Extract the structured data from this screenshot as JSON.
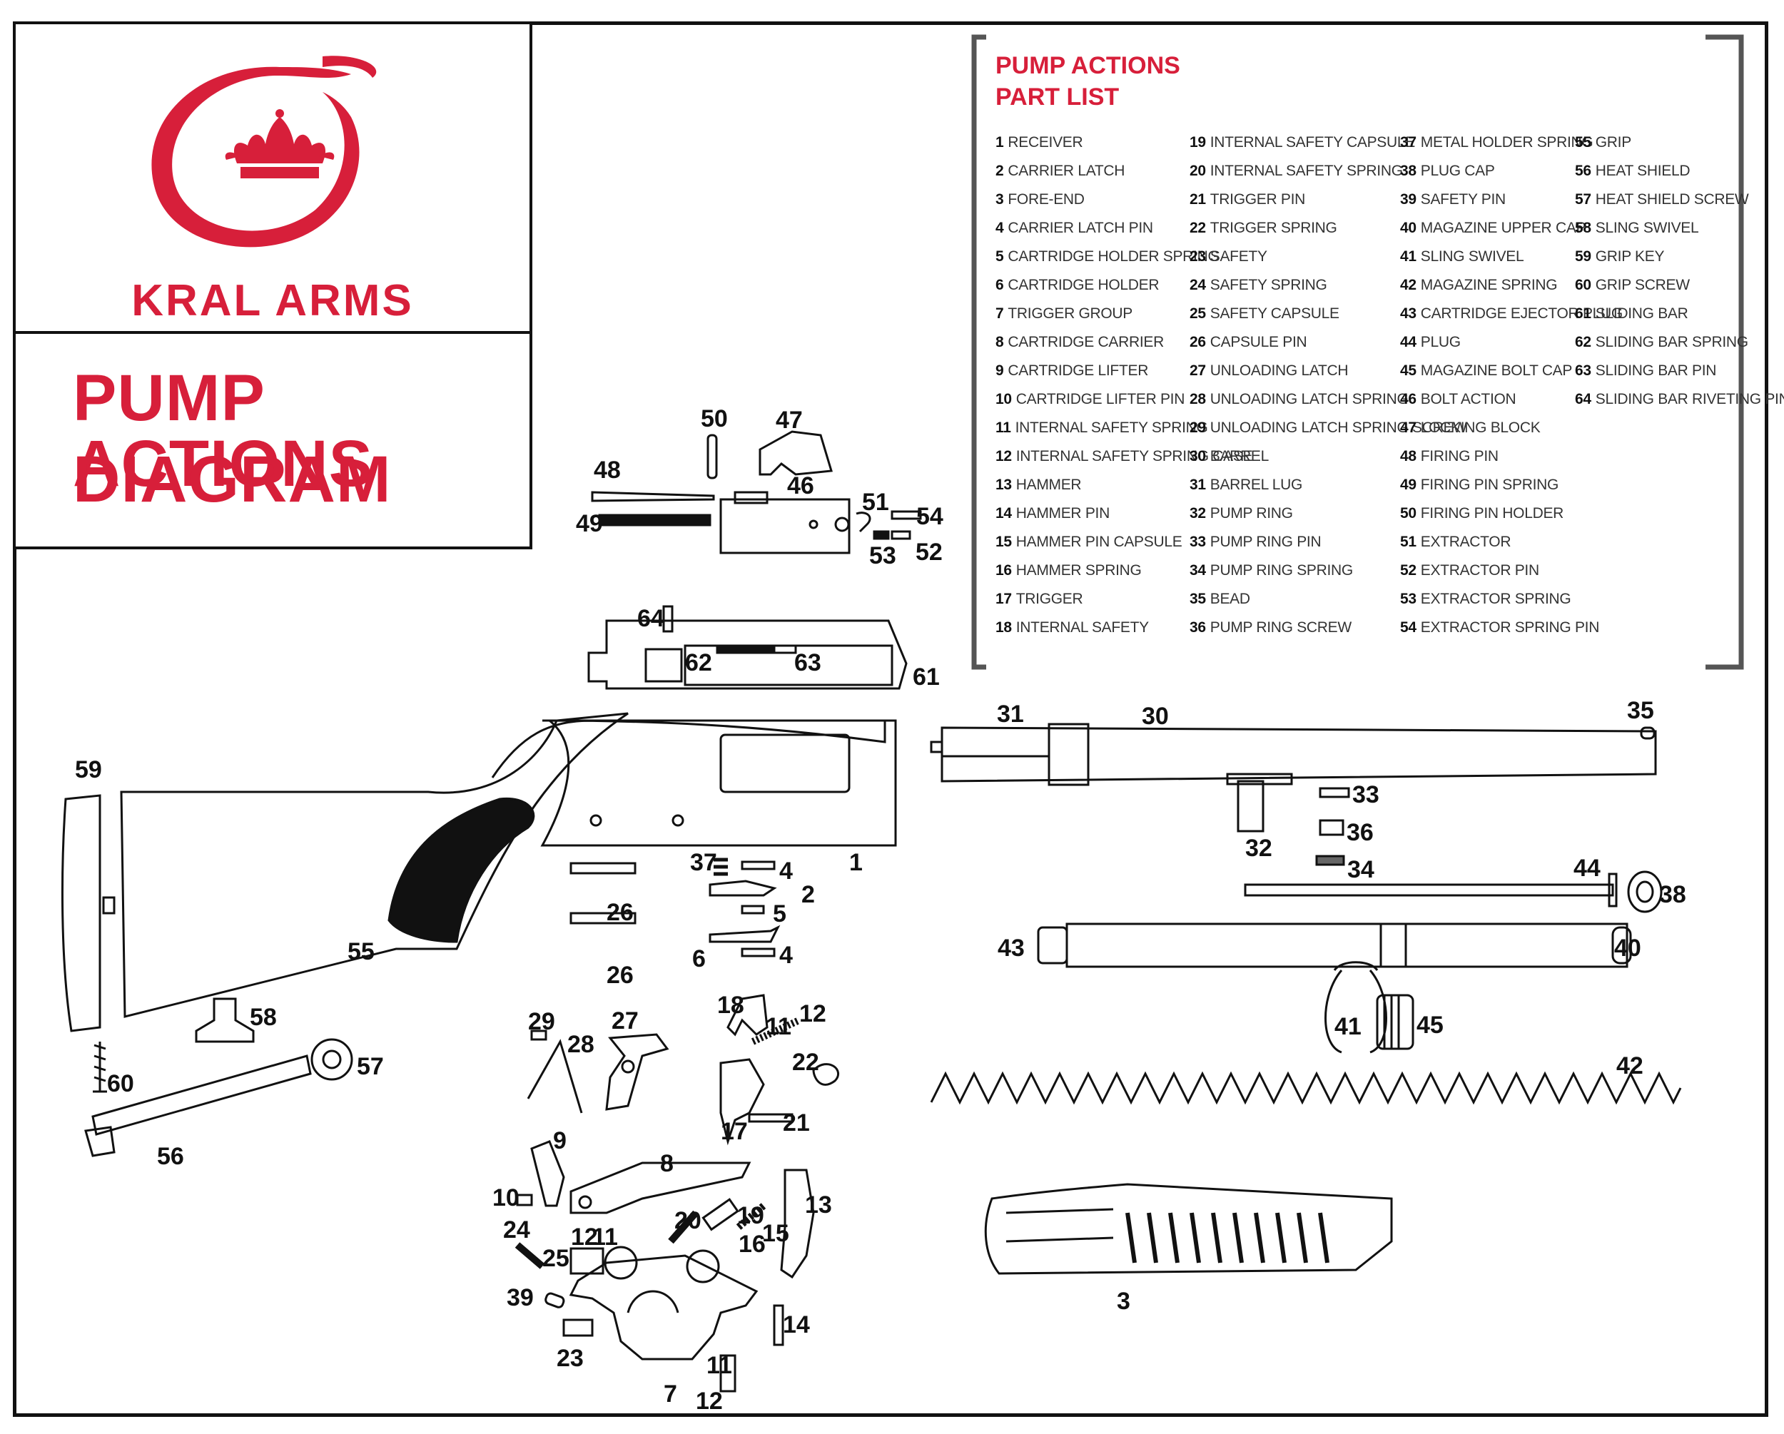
{
  "brand": {
    "name": "KRAL ARMS"
  },
  "page_title": {
    "line1": "PUMP ACTIONS",
    "line2": "DIAGRAM"
  },
  "part_list": {
    "title_line1": "PUMP ACTIONS",
    "title_line2": "PART LIST",
    "columns": [
      [
        {
          "num": "1",
          "name": "RECEIVER"
        },
        {
          "num": "2",
          "name": "CARRIER LATCH"
        },
        {
          "num": "3",
          "name": "FORE-END"
        },
        {
          "num": "4",
          "name": "CARRIER LATCH PIN"
        },
        {
          "num": "5",
          "name": "CARTRIDGE HOLDER SPRING"
        },
        {
          "num": "6",
          "name": "CARTRIDGE HOLDER"
        },
        {
          "num": "7",
          "name": "TRIGGER GROUP"
        },
        {
          "num": "8",
          "name": "CARTRIDGE CARRIER"
        },
        {
          "num": "9",
          "name": "CARTRIDGE LIFTER"
        },
        {
          "num": "10",
          "name": "CARTRIDGE LIFTER PIN"
        },
        {
          "num": "11",
          "name": "INTERNAL SAFETY SPRING"
        },
        {
          "num": "12",
          "name": "INTERNAL SAFETY SPRING CASE"
        },
        {
          "num": "13",
          "name": "HAMMER"
        },
        {
          "num": "14",
          "name": "HAMMER PIN"
        },
        {
          "num": "15",
          "name": "HAMMER PIN CAPSULE"
        },
        {
          "num": "16",
          "name": "HAMMER SPRING"
        },
        {
          "num": "17",
          "name": "TRIGGER"
        },
        {
          "num": "18",
          "name": "INTERNAL SAFETY"
        }
      ],
      [
        {
          "num": "19",
          "name": "INTERNAL SAFETY CAPSULE"
        },
        {
          "num": "20",
          "name": "INTERNAL SAFETY SPRING"
        },
        {
          "num": "21",
          "name": "TRIGGER PIN"
        },
        {
          "num": "22",
          "name": "TRIGGER SPRING"
        },
        {
          "num": "23",
          "name": "SAFETY"
        },
        {
          "num": "24",
          "name": "SAFETY SPRING"
        },
        {
          "num": "25",
          "name": "SAFETY CAPSULE"
        },
        {
          "num": "26",
          "name": "CAPSULE PIN"
        },
        {
          "num": "27",
          "name": "UNLOADING LATCH"
        },
        {
          "num": "28",
          "name": "UNLOADING LATCH SPRING"
        },
        {
          "num": "29",
          "name": "UNLOADING LATCH SPRING SCREW"
        },
        {
          "num": "30",
          "name": "BARREL"
        },
        {
          "num": "31",
          "name": "BARREL LUG"
        },
        {
          "num": "32",
          "name": "PUMP RING"
        },
        {
          "num": "33",
          "name": "PUMP RING PIN"
        },
        {
          "num": "34",
          "name": "PUMP RING SPRING"
        },
        {
          "num": "35",
          "name": "BEAD"
        },
        {
          "num": "36",
          "name": "PUMP RING SCREW"
        }
      ],
      [
        {
          "num": "37",
          "name": "METAL HOLDER SPRING"
        },
        {
          "num": "38",
          "name": "PLUG CAP"
        },
        {
          "num": "39",
          "name": "SAFETY PIN"
        },
        {
          "num": "40",
          "name": "MAGAZINE UPPER CAP"
        },
        {
          "num": "41",
          "name": "SLING SWIVEL"
        },
        {
          "num": "42",
          "name": "MAGAZINE SPRING"
        },
        {
          "num": "43",
          "name": "CARTRIDGE EJECTOR PLUG"
        },
        {
          "num": "44",
          "name": "PLUG"
        },
        {
          "num": "45",
          "name": "MAGAZINE BOLT CAP"
        },
        {
          "num": "46",
          "name": "BOLT ACTION"
        },
        {
          "num": "47",
          "name": "LOCKING BLOCK"
        },
        {
          "num": "48",
          "name": "FIRING PIN"
        },
        {
          "num": "49",
          "name": "FIRING PIN SPRING"
        },
        {
          "num": "50",
          "name": "FIRING PIN HOLDER"
        },
        {
          "num": "51",
          "name": "EXTRACTOR"
        },
        {
          "num": "52",
          "name": "EXTRACTOR PIN"
        },
        {
          "num": "53",
          "name": "EXTRACTOR SPRING"
        },
        {
          "num": "54",
          "name": "EXTRACTOR SPRING PIN"
        }
      ],
      [
        {
          "num": "55",
          "name": "GRIP"
        },
        {
          "num": "56",
          "name": "HEAT SHIELD"
        },
        {
          "num": "57",
          "name": "HEAT SHIELD SCREW"
        },
        {
          "num": "58",
          "name": "SLING SWIVEL"
        },
        {
          "num": "59",
          "name": "GRIP KEY"
        },
        {
          "num": "60",
          "name": "GRIP SCREW"
        },
        {
          "num": "61",
          "name": "SLIDING BAR"
        },
        {
          "num": "62",
          "name": "SLIDING BAR SPRING"
        },
        {
          "num": "63",
          "name": "SLIDING BAR PIN"
        },
        {
          "num": "64",
          "name": "SLIDING BAR RIVETING PIN"
        }
      ]
    ]
  },
  "callouts": [
    "1",
    "2",
    "3",
    "4",
    "4",
    "5",
    "6",
    "7",
    "8",
    "9",
    "10",
    "11",
    "11",
    "11",
    "12",
    "12",
    "12",
    "13",
    "14",
    "15",
    "16",
    "17",
    "18",
    "19",
    "20",
    "21",
    "22",
    "23",
    "24",
    "25",
    "26",
    "26",
    "27",
    "28",
    "29",
    "30",
    "31",
    "32",
    "33",
    "34",
    "35",
    "36",
    "37",
    "38",
    "39",
    "40",
    "41",
    "42",
    "43",
    "44",
    "45",
    "46",
    "47",
    "48",
    "49",
    "50",
    "51",
    "52",
    "53",
    "54",
    "55",
    "56",
    "57",
    "58",
    "59",
    "60",
    "61",
    "62",
    "63",
    "64"
  ],
  "colors": {
    "brand_red": "#d71f3a",
    "line": "#111111"
  }
}
